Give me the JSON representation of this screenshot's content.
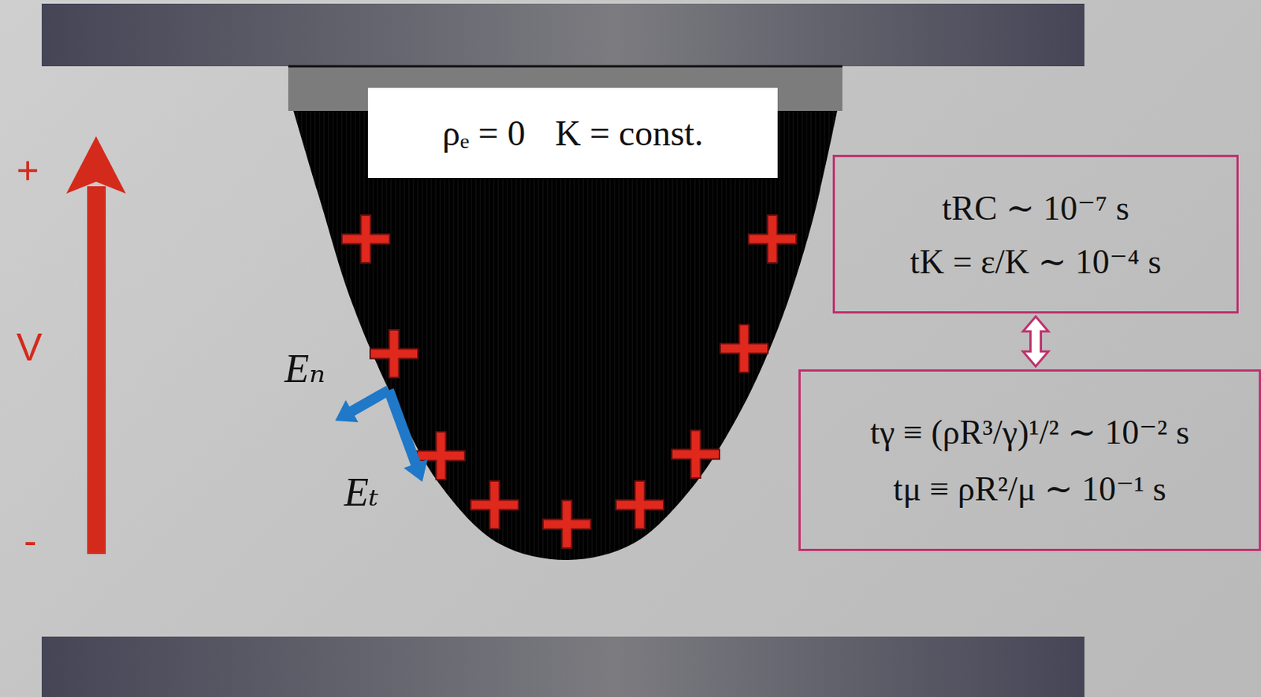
{
  "diagram": {
    "nodes": [
      {
        "text": [
          "ρₑ = 0",
          "K = const."
        ]
      },
      {
        "text": [
          "tRC ∼ 10⁻⁷ s",
          "tK = ε/K ∼ 10⁻⁴ s"
        ]
      },
      {
        "text": [
          "tγ ≡ (ρR³/γ)¹/² ∼ 10⁻² s",
          "tμ ≡ ρR²/μ ∼ 10⁻¹ s"
        ]
      }
    ],
    "edges": [
      {
        "from": 1,
        "to": 2,
        "arrow": "both"
      }
    ],
    "labels": [
      "+",
      "V",
      "-",
      "Eₙ",
      "Eₜ"
    ]
  }
}
